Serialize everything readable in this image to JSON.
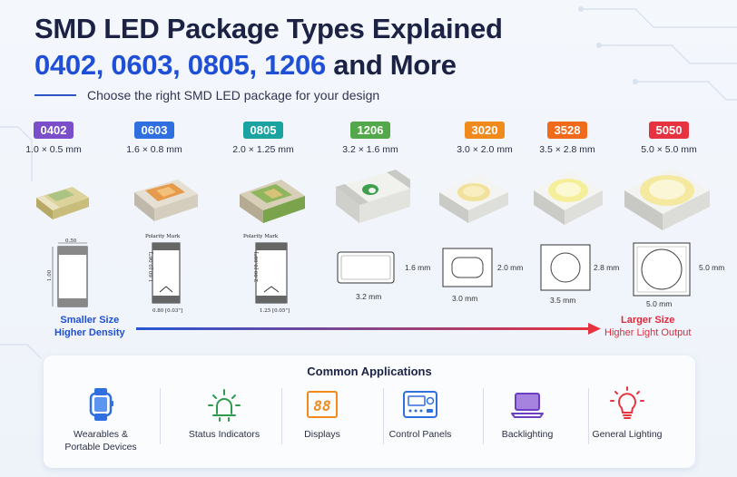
{
  "header": {
    "title_line1": "SMD LED Package Types Explained",
    "title_line2_blue": "0402, 0603, 0805, 1206",
    "title_line2_rest": " and More",
    "subtitle": "Choose the right SMD LED package for your design"
  },
  "packages": [
    {
      "code": "0402",
      "dims": "1.0 × 0.5 mm",
      "color": "#7b4fc9"
    },
    {
      "code": "0603",
      "dims": "1.6 × 0.8 mm",
      "color": "#2f6fe0"
    },
    {
      "code": "0805",
      "dims": "2.0 × 1.25 mm",
      "color": "#1aa3a0"
    },
    {
      "code": "1206",
      "dims": "3.2 × 1.6 mm",
      "color": "#52a84a"
    },
    {
      "code": "3020",
      "dims": "3.0 × 2.0 mm",
      "color": "#f08a1c"
    },
    {
      "code": "3528",
      "dims": "3.5 × 2.8 mm",
      "color": "#f06a1c"
    },
    {
      "code": "5050",
      "dims": "5.0 × 5.0 mm",
      "color": "#e6333f"
    }
  ],
  "drawings": {
    "d0402_w": "0.50",
    "d0402_h": "1.00",
    "polarity": "Polarity Mark",
    "d0603_h": "1.60 [0.06\"]",
    "d0603_w": "0.80 [0.03\"]",
    "d0805_h": "2.00 [0.08\"]",
    "d0805_w": "1.25 [0.05\"]",
    "d1206_h": "1.6 mm",
    "d1206_w": "3.2 mm",
    "d3020_h": "2.0 mm",
    "d3020_w": "3.0 mm",
    "d3528_h": "2.8 mm",
    "d3528_w": "3.5 mm",
    "d5050_h": "5.0 mm",
    "d5050_w": "5.0 mm"
  },
  "scale": {
    "small_line1": "Smaller Size",
    "small_line2": "Higher Density",
    "large_line1": "Larger Size",
    "large_line2": "Higher Light Output"
  },
  "applications": {
    "title": "Common Applications",
    "items": [
      {
        "label": "Wearables &",
        "label2": "Portable Devices",
        "icon": "smartwatch-icon"
      },
      {
        "label": "Status Indicators",
        "icon": "indicator-light-icon"
      },
      {
        "label": "Displays",
        "icon": "seven-segment-display-icon"
      },
      {
        "label": "Control Panels",
        "icon": "control-panel-icon"
      },
      {
        "label": "Backlighting",
        "icon": "laptop-icon"
      },
      {
        "label": "General Lighting",
        "icon": "light-bulb-icon"
      }
    ],
    "display_digits": "88"
  }
}
